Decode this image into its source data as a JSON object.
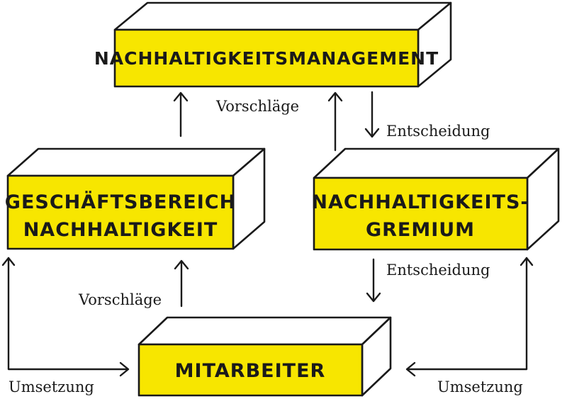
{
  "colors": {
    "box_fill": "#f7e600",
    "ink": "#1a1a1a",
    "background": "#ffffff"
  },
  "nodes": {
    "management": {
      "label": "NACHHALTIGKEITSMANAGEMENT"
    },
    "business_unit": {
      "label_line1": "GESCHÄFTSBEREICH",
      "label_line2": "NACHHALTIGKEIT"
    },
    "committee": {
      "label_line1": "NACHHALTIGKEITS-",
      "label_line2": "GREMIUM"
    },
    "employees": {
      "label": "MITARBEITER"
    }
  },
  "edges": {
    "proposals_top": "Vorschläge",
    "decision_top": "Entscheidung",
    "decision_middle": "Entscheidung",
    "proposals_bottom": "Vorschläge",
    "implementation_left": "Umsetzung",
    "implementation_right": "Umsetzung"
  }
}
